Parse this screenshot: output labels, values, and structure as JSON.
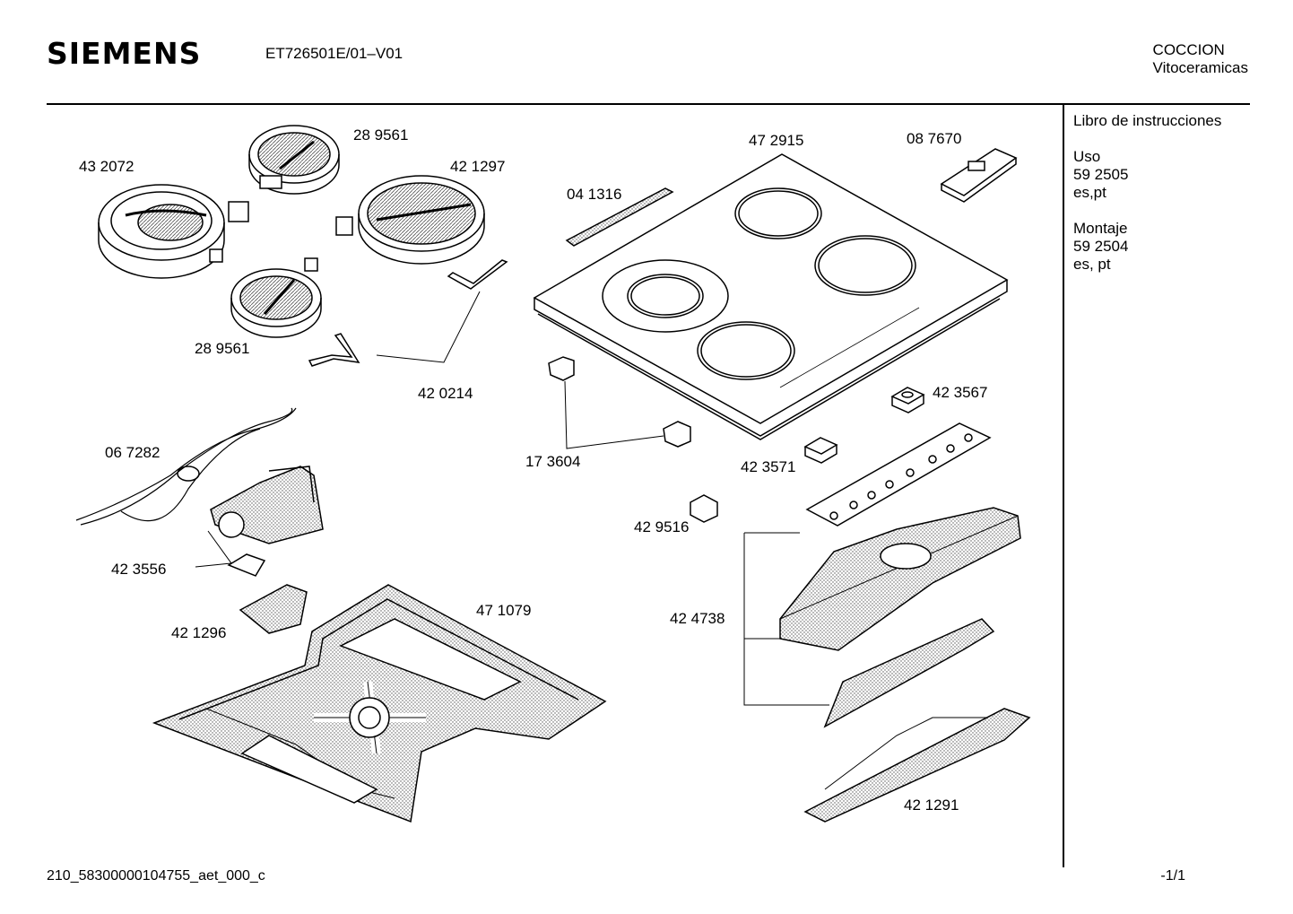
{
  "header": {
    "brand": "SIEMENS",
    "model": "ET726501E/01–V01",
    "category_line1": "COCCION",
    "category_line2": "Vitoceramicas"
  },
  "sidebar": {
    "title": "Libro de instrucciones",
    "uso_label": "Uso",
    "uso_number": "59 2505",
    "uso_langs": "es,pt",
    "montaje_label": "Montaje",
    "montaje_number": "59 2504",
    "montaje_langs": "es, pt"
  },
  "parts": {
    "p432072": "43  2072",
    "p289561_top": "28  9561",
    "p421297": "42 1297",
    "p289561_bottom": "28  9561",
    "p420214": "42 0214",
    "p041316": "04 1316",
    "p472915": "47 2915",
    "p087670": "08 7670",
    "p067282": "06 7282",
    "p423556": "42  3556",
    "p421296": "42  1296",
    "p471079": "47 1079",
    "p173604": "17 3604",
    "p423567": "42 3567",
    "p423571": "42 3571",
    "p429516": "42 9516",
    "p424738": "42 4738",
    "p421291": "42 1291"
  },
  "footer": {
    "doc_id": "210_58300000104755_aet_000_c",
    "page": "-1/1"
  }
}
